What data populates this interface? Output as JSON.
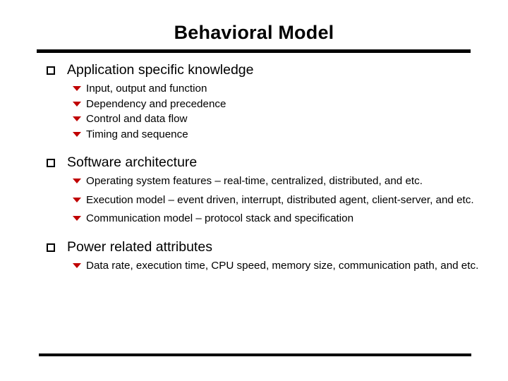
{
  "slide": {
    "title": "Behavioral Model",
    "markers": {
      "level1": "hollow-square-bullet",
      "level2": "red-down-triangle-bullet"
    },
    "colors": {
      "text": "#000000",
      "background": "#FFFFFF",
      "level2_marker": "#C00000",
      "rule": "#000000"
    },
    "sections": [
      {
        "heading": "Application specific knowledge",
        "items": [
          "Input, output and function",
          "Dependency and precedence",
          "Control and data flow",
          "Timing and sequence"
        ]
      },
      {
        "heading": "Software architecture",
        "items": [
          "Operating system features – real-time, centralized, distributed, and etc.",
          "Execution model – event driven, interrupt, distributed agent, client-server, and etc.",
          "Communication model – protocol stack and specification"
        ]
      },
      {
        "heading": "Power related attributes",
        "items": [
          "Data rate, execution time, CPU speed, memory size, communication path, and etc."
        ]
      }
    ]
  }
}
